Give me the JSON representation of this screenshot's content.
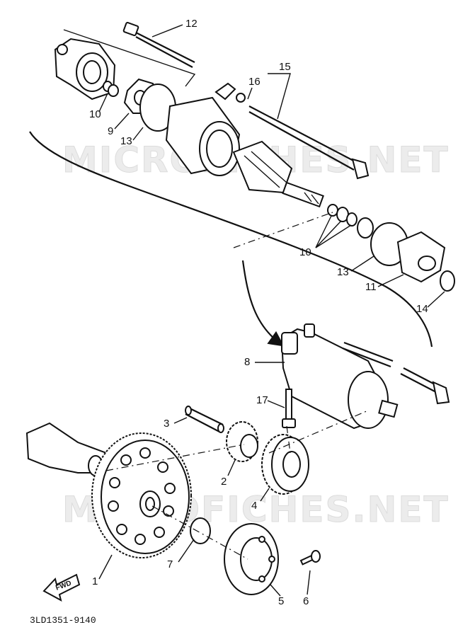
{
  "watermark": "MICROFICHES.NET",
  "diagram_code": "3LD1351-9140",
  "fwd_label": "FWD",
  "callouts": {
    "c1": "1",
    "c2": "2",
    "c3": "3",
    "c4": "4",
    "c5": "5",
    "c6": "6",
    "c7": "7",
    "c8": "8",
    "c9": "9",
    "c10a": "10",
    "c10b": "10",
    "c11": "11",
    "c12": "12",
    "c13a": "13",
    "c13b": "13",
    "c14": "14",
    "c15": "15",
    "c16": "16",
    "c17": "17"
  }
}
